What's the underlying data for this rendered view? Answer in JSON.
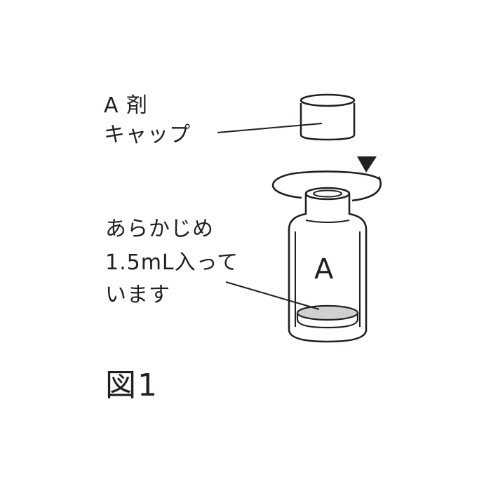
{
  "diagram": {
    "cap_label_line1": "A 剤",
    "cap_label_line2": "キャップ",
    "prefill_label_line1": "あらかじめ",
    "prefill_label_line2": "1.5mL入って",
    "prefill_label_line3": "います",
    "vial_letter": "A",
    "figure_label": "図1",
    "line_color": "#231f20",
    "liquid_color": "#cfd0d2"
  }
}
